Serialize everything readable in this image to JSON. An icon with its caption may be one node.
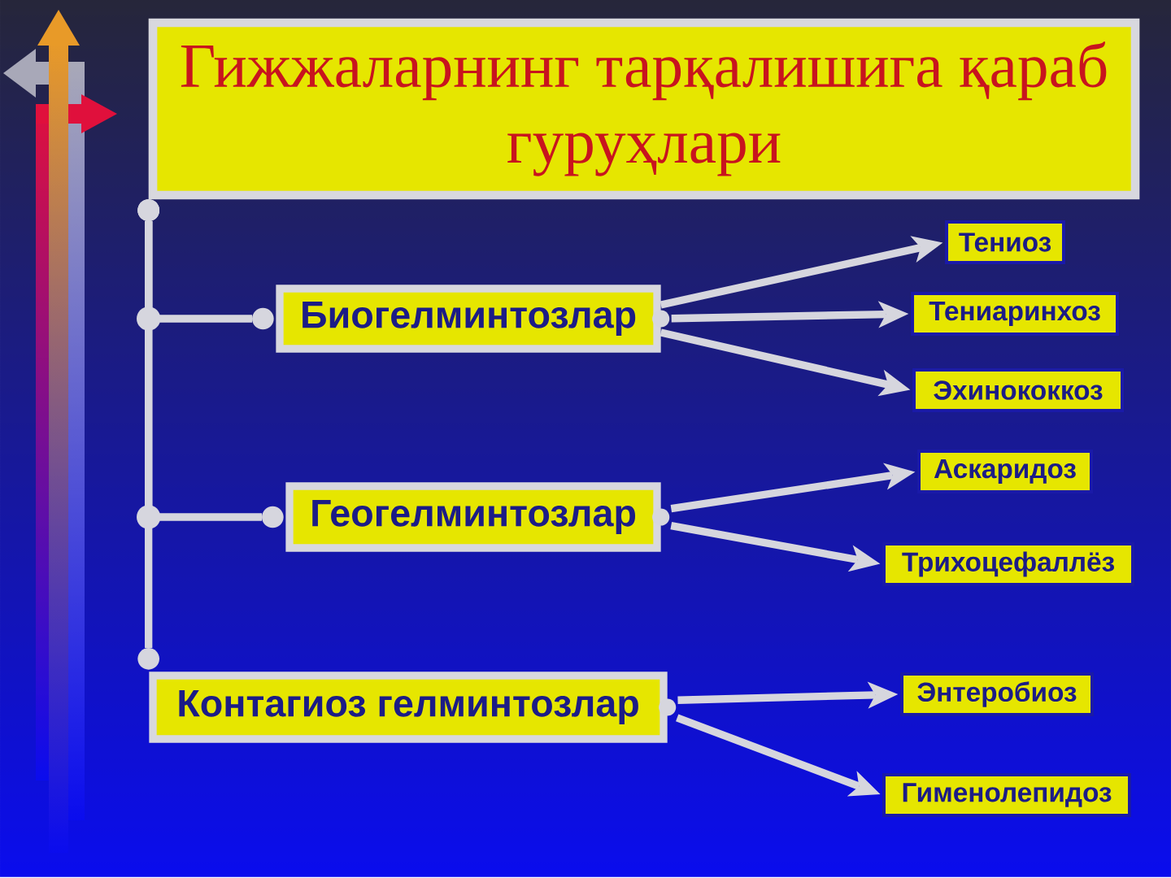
{
  "diagram": {
    "nodes": [
      {
        "text": [
          "Гижжаларнинг тарқалишига қараб гуруҳлари"
        ]
      },
      {
        "text": [
          "Биогелминтозлар"
        ]
      },
      {
        "text": [
          "Тениоз"
        ]
      },
      {
        "text": [
          "Тениаринхоз"
        ]
      },
      {
        "text": [
          "Эхинококкоз"
        ]
      },
      {
        "text": [
          "Геогелминтозлар"
        ]
      },
      {
        "text": [
          "Аскаридоз"
        ]
      },
      {
        "text": [
          "Трихоцефаллёз"
        ]
      },
      {
        "text": [
          "Контагиоз гелминтозлар"
        ]
      },
      {
        "text": [
          "Энтеробиоз"
        ]
      },
      {
        "text": [
          "Гименолепидоз"
        ]
      }
    ],
    "edges": [
      {
        "from": 0,
        "to": 1,
        "arrow": "other"
      },
      {
        "from": 0,
        "to": 5,
        "arrow": "other"
      },
      {
        "from": 0,
        "to": 8,
        "arrow": "other"
      },
      {
        "from": 1,
        "to": 2,
        "arrow": "to"
      },
      {
        "from": 1,
        "to": 3,
        "arrow": "to"
      },
      {
        "from": 1,
        "to": 4,
        "arrow": "to"
      },
      {
        "from": 5,
        "to": 6,
        "arrow": "to"
      },
      {
        "from": 5,
        "to": 7,
        "arrow": "to"
      },
      {
        "from": 8,
        "to": 9,
        "arrow": "to"
      },
      {
        "from": 8,
        "to": 10,
        "arrow": "to"
      }
    ]
  }
}
